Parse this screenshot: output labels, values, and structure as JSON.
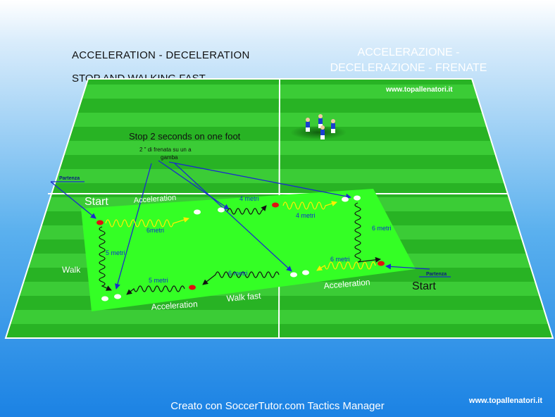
{
  "header": {
    "title_en_line1": "ACCELERATION  -  DECELERATION",
    "title_en_line2": "STOP  AND WALKING FAST",
    "title_it_line1": "ACCELERAZIONE -",
    "title_it_line2": "DECELERAZIONE - FRENATE"
  },
  "field": {
    "watermark": "www.topallenatori.it"
  },
  "labels": {
    "stop_note": "Stop 2 seconds on one foot",
    "stop_note_it_line1": "2 \"  di frenata su un a",
    "stop_note_it_line2": "gamba",
    "start_left": "Start",
    "start_right": "Start",
    "partenza_left": "Partenza",
    "partenza_right": "Partenza",
    "acceleration_top": "Acceleration",
    "acceleration_right": "Acceleration",
    "acceleration_bottom": "Acceleration",
    "walk": "Walk",
    "walk_fast": "Walk fast",
    "d_6metri_top": "6metri",
    "d_4metri_top": "4 metri",
    "d_4metri_mid": "4 metri",
    "d_6metri_right": "6 metri",
    "d_6metri_inner": "6 metri",
    "d_6metri_bottom": "6 metri",
    "d_5metri_bottom": "5 metri",
    "d_5metri_left": "5 metri"
  },
  "footer": {
    "credit": "Creato con SoccerTutor.com Tactics Manager",
    "site": "www.topallenatori.it"
  },
  "colors": {
    "pitch_light": "#3fd43a",
    "pitch_dark": "#1fa61c",
    "area": "#33ff22",
    "arrow": "#1a2ccc",
    "wave": "#ffee00",
    "cone_red": "#e01010"
  }
}
